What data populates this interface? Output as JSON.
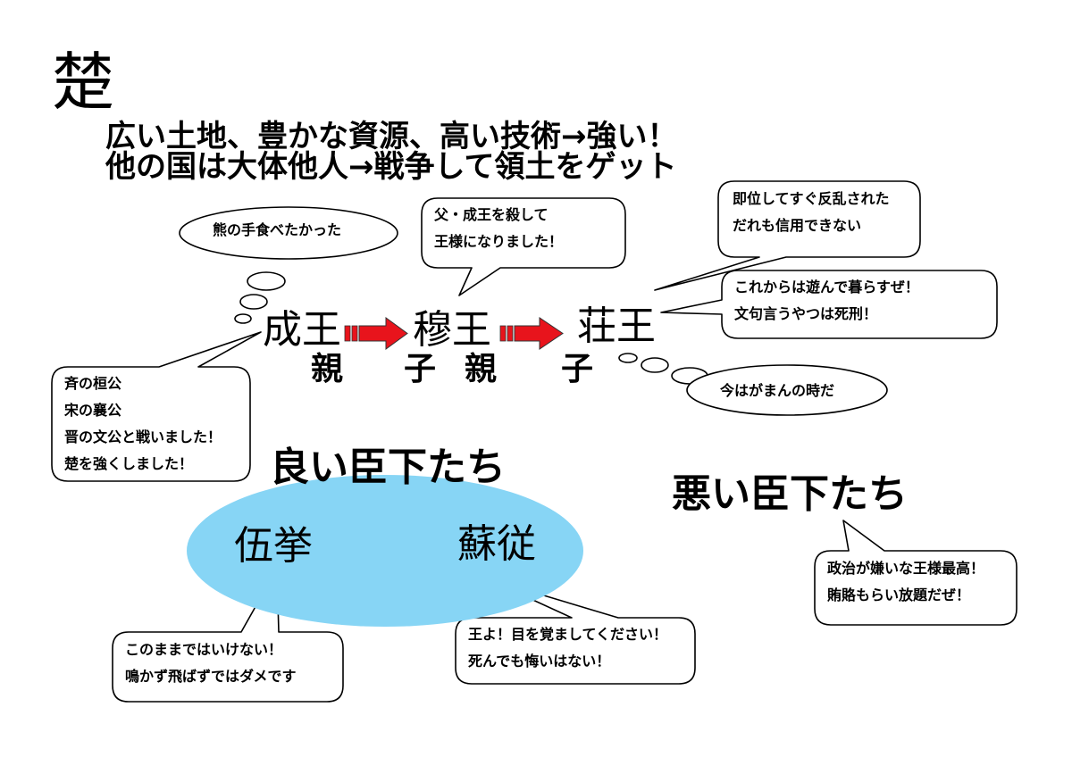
{
  "title": {
    "kanji": "楚",
    "line1": "広い土地、豊かな資源、高い技術→強い！",
    "line2": "他の国は大体他人→戦争して領土をゲット"
  },
  "kings": {
    "k1": "成王",
    "k2": "穆王",
    "k3": "荘王",
    "relation1_parent": "親",
    "relation1_child": "子",
    "relation2_parent": "親",
    "relation2_child": "子"
  },
  "thoughts": {
    "bear_paw": "熊の手食べたかった",
    "patience": "今はがまんの時だ"
  },
  "speech": {
    "father_killed": [
      "父・成王を殺して",
      "王様になりました！"
    ],
    "rebellion": [
      "即位してすぐ反乱された",
      "だれも信用できない"
    ],
    "play": [
      "これからは遊んで暮らすぜ！",
      "文句言うやつは死刑！"
    ],
    "rivals": [
      "斉の桓公",
      "宋の襄公",
      "晋の文公と戦いました！",
      "楚を強くしました！"
    ],
    "wu_ju": [
      "このままではいけない！",
      "鳴かず飛ばずではダメです"
    ],
    "su_cong": [
      "王よ！目を覚ましてください！",
      "死んでも悔いはない！"
    ],
    "bad": [
      "政治が嫌いな王様最高！",
      "賄賂もらい放題だぜ！"
    ]
  },
  "ministers": {
    "good_heading": "良い臣下たち",
    "bad_heading": "悪い臣下たち",
    "good1": "伍挙",
    "good2": "蘇従"
  },
  "colors": {
    "arrow_red": "#e8141c",
    "ellipse_blue": "#87d5f5"
  }
}
